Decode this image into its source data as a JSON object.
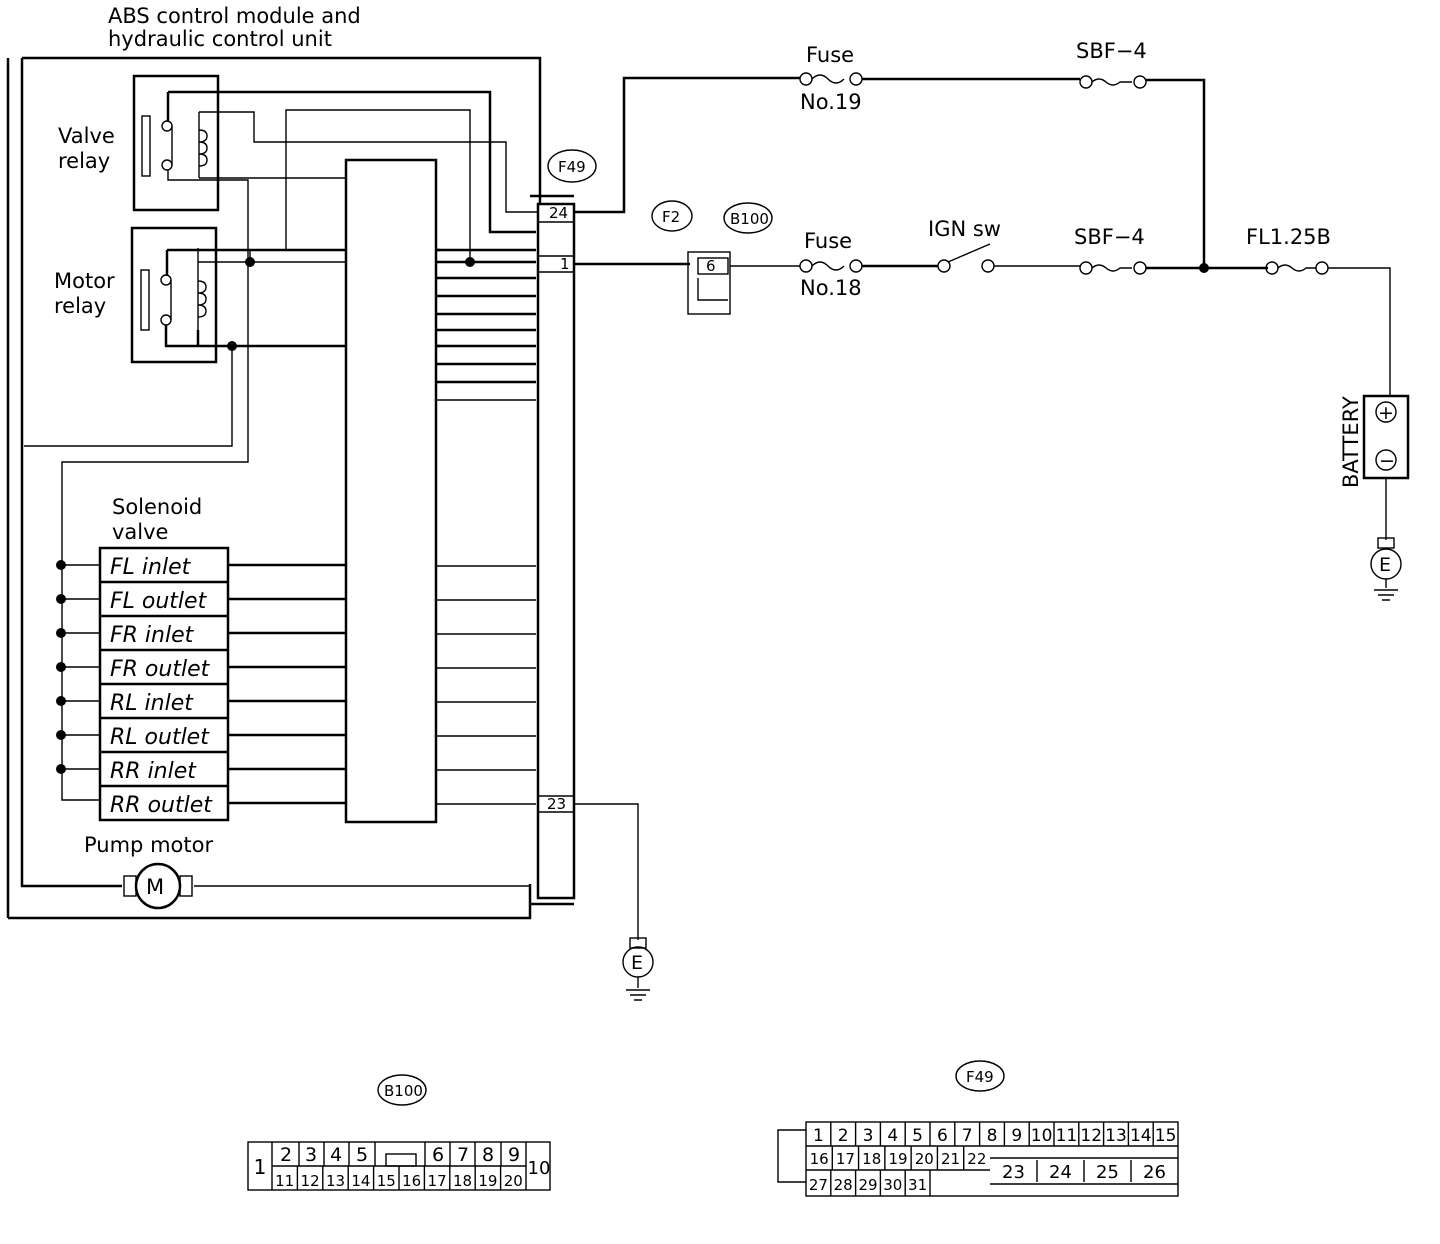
{
  "labels": {
    "module_line1": "ABS control module and",
    "module_line2": "hydraulic control unit",
    "valve_relay_line1": "Valve",
    "valve_relay_line2": "relay",
    "motor_relay_line1": "Motor",
    "motor_relay_line2": "relay",
    "solenoid_line1": "Solenoid",
    "solenoid_line2": "valve",
    "pump_motor": "Pump motor",
    "fuse19_top": "Fuse",
    "fuse19_bottom": "No.19",
    "fuse18_top": "Fuse",
    "fuse18_bottom": "No.18",
    "sbf4_top": "SBF−4",
    "sbf4_mid": "SBF−4",
    "ign_sw": "IGN sw",
    "fl125b": "FL1.25B",
    "battery": "BATTERY",
    "ground": "E",
    "motor_symbol": "M",
    "plus": "+",
    "minus": "−"
  },
  "solenoids": [
    "FL inlet",
    "FL outlet",
    "FR inlet",
    "FR outlet",
    "RL inlet",
    "RL outlet",
    "RR inlet",
    "RR outlet"
  ],
  "connectors": {
    "f49": "F49",
    "f2": "F2",
    "b100": "B100",
    "f49_pin_top": "24",
    "f49_pin_1": "1",
    "f49_pin_bottom": "23",
    "f2_pin": "6"
  },
  "b100_face": {
    "title": "B100",
    "left": "1",
    "right": "10",
    "top": [
      "2",
      "3",
      "4",
      "5",
      "6",
      "7",
      "8",
      "9"
    ],
    "bottom": [
      "11",
      "12",
      "13",
      "14",
      "15",
      "16",
      "17",
      "18",
      "19",
      "20"
    ]
  },
  "f49_face": {
    "title": "F49",
    "row1": [
      "1",
      "2",
      "3",
      "4",
      "5",
      "6",
      "7",
      "8",
      "9",
      "10",
      "11",
      "12",
      "13",
      "14",
      "15"
    ],
    "row2": [
      "16",
      "17",
      "18",
      "19",
      "20",
      "21",
      "22"
    ],
    "row3": [
      "27",
      "28",
      "29",
      "30",
      "31"
    ],
    "big": [
      "23",
      "24",
      "25",
      "26"
    ]
  }
}
